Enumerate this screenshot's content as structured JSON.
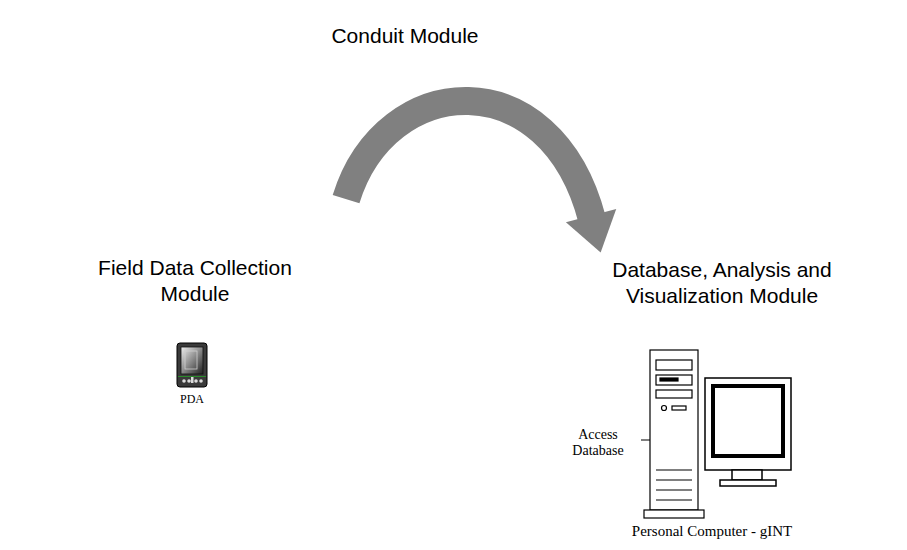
{
  "diagram": {
    "nodes": [
      {
        "text": [
          "Conduit Module"
        ]
      },
      {
        "text": [
          "Field Data Collection Module"
        ]
      },
      {
        "text": [
          "Database, Analysis and Visualization Module"
        ]
      },
      {
        "text": [
          "Access Database"
        ],
        "in": 2
      }
    ],
    "edges": [
      {
        "from": 1,
        "to": 2,
        "arrow": "to"
      }
    ],
    "labels": [
      "PDA",
      "Personal Computer - gINT"
    ]
  }
}
